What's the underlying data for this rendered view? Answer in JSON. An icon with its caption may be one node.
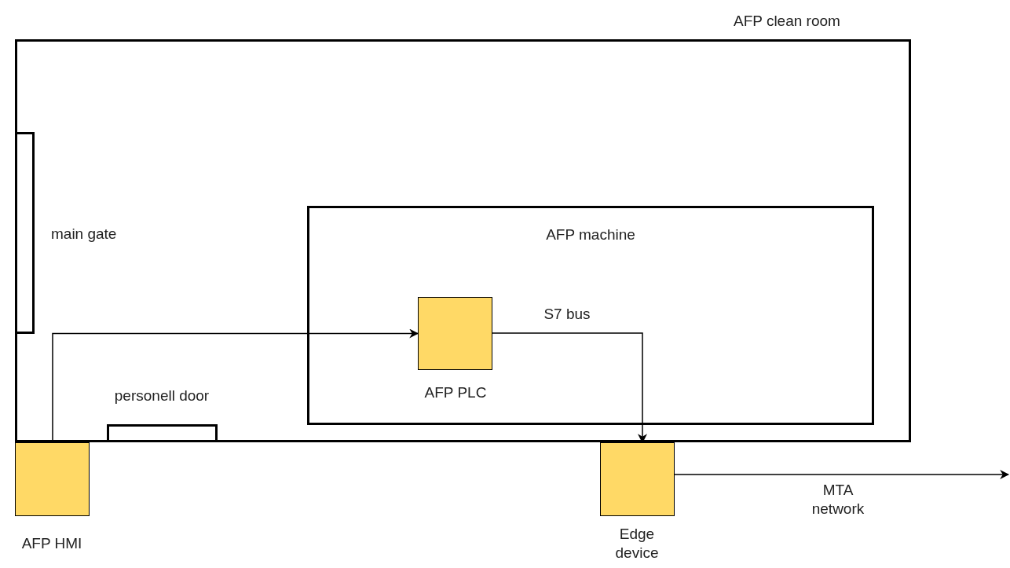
{
  "diagram": {
    "nodes": [
      {
        "text": [
          "AFP clean room"
        ]
      },
      {
        "text": [],
        "shape": "box",
        "in": 0,
        "beside": [
          "main gate"
        ]
      },
      {
        "text": [
          "AFP machine"
        ],
        "in": 0
      },
      {
        "text": [],
        "shape": "box",
        "in": 2,
        "beside": [
          "AFP PLC"
        ]
      },
      {
        "text": [],
        "shape": "box",
        "in": 0,
        "beside": [
          "personell door"
        ]
      },
      {
        "text": [],
        "shape": "box",
        "beside": [
          "AFP HMI"
        ]
      },
      {
        "text": [],
        "shape": "box",
        "beside": [
          "Edge device"
        ]
      }
    ],
    "edges": [
      {
        "from": 5,
        "to": 3,
        "arrow": "to"
      },
      {
        "from": 3,
        "to": 6,
        "arrow": "to",
        "label": "S7 bus"
      },
      {
        "from": 6,
        "to": null,
        "arrow": "to",
        "label": "MTA network"
      }
    ]
  }
}
